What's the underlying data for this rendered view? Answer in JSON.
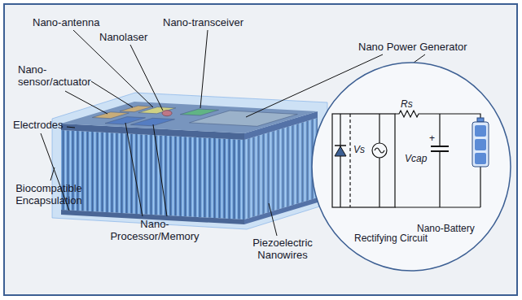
{
  "diagram": {
    "labels": [
      "Nano-antenna",
      "Nanolaser",
      "Nano-transceiver",
      "Nano Power Generator",
      "Nano-sensor/actuator",
      "Electrodes",
      "Biocompatible Encapsulation",
      "Nano-Processor/Memory",
      "Piezoelectric Nanowires",
      "Rectifying Circuit",
      "Nano-Battery",
      "Rs",
      "Vs",
      "+",
      "Vcap"
    ]
  }
}
